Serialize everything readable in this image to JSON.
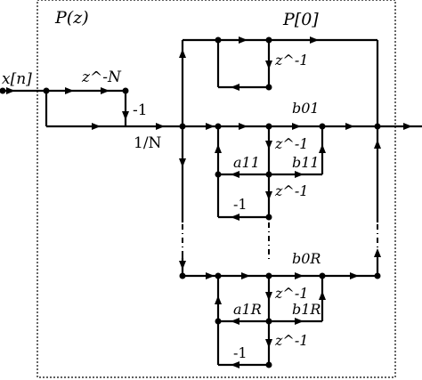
{
  "diagram": {
    "outer_block_label": "P(z)",
    "inner_block_label": "P[0]",
    "input_label": "x[n]",
    "delay_N": "z^-N",
    "delay_1": "z^-1",
    "gain_minus_one": "-1",
    "gain_one_over_N": "1/N",
    "coefficients": {
      "b01": "b01",
      "a11": "a11",
      "b11": "b11",
      "b0R": "b0R",
      "a1R": "a1R",
      "b1R": "b1R"
    }
  }
}
